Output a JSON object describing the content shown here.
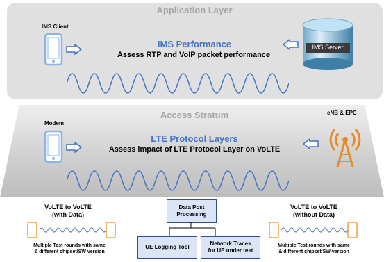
{
  "application_layer": {
    "title": "Application Layer",
    "client_label": "IMS Client",
    "heading": "IMS Performance",
    "subheading": "Assess RTP and VoIP packet performance",
    "server_label": "IMS Server"
  },
  "access_stratum": {
    "title": "Access Stratum",
    "modem_label": "Modem",
    "enb_label": "eNB & EPC",
    "heading": "LTE Protocol Layers",
    "subheading": "Assess impact of LTE Protocol Layer on VoLTE"
  },
  "bottom": {
    "left_title_1": "VoLTE to VoLTE",
    "left_title_2": "(with Data)",
    "left_note_1": "Multiple Test rounds with same",
    "left_note_2": "& different chipset/SW version",
    "right_title_1": "VoLTE to VoLTE",
    "right_title_2": "(without Data)",
    "right_note_1": "Multiple Test rounds with same",
    "right_note_2": "& different chipset/SW version",
    "center_top_1": "Data Post",
    "center_top_2": "Processing",
    "ue_logging": "UE Logging Tool",
    "network_traces_1": "Network Traces",
    "network_traces_2": "for UE under test"
  },
  "colors": {
    "accent_blue": "#4472c4",
    "phone_blue": "#8eb4e3",
    "phone_orange": "#f4a03c",
    "panel_gray": "#d9d9d9",
    "antenna_orange": "#e98a20"
  },
  "icons": [
    "phone-icon",
    "arrow-right-icon",
    "arrow-left-icon",
    "database-icon",
    "antenna-tower-icon",
    "wave-icon"
  ]
}
